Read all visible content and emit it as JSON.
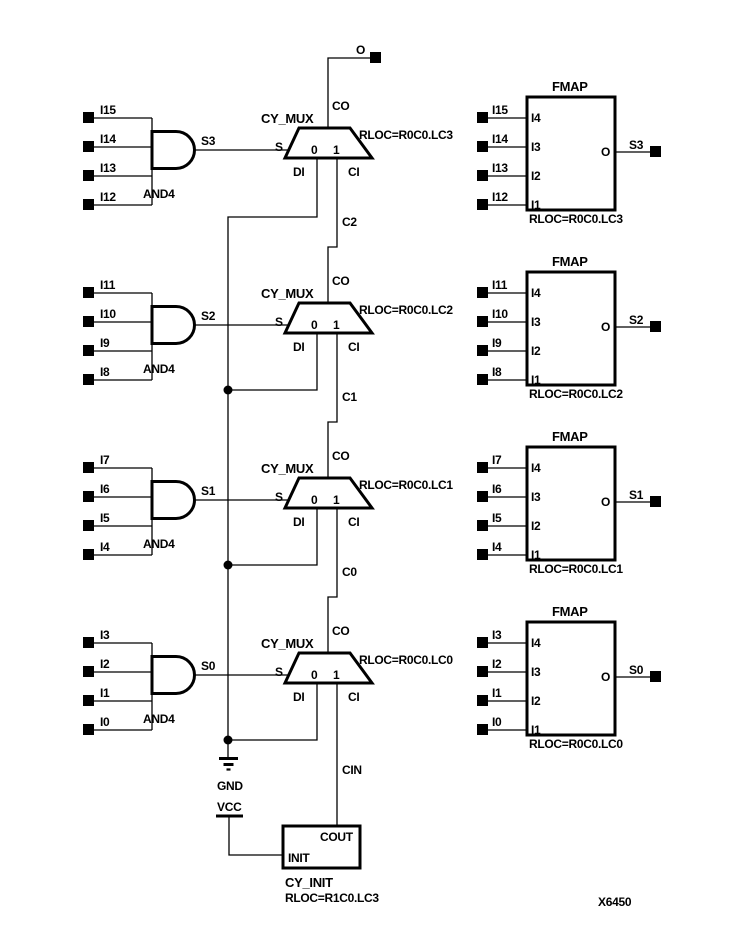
{
  "figure_id": "X6450",
  "colors": {
    "ink": "#000000",
    "paper": "#ffffff"
  },
  "output_net": {
    "label": "O"
  },
  "power": {
    "gnd": "GND",
    "vcc": "VCC"
  },
  "carry_nets": {
    "c2": "C2",
    "c1": "C1",
    "c0": "C0",
    "cin": "CIN"
  },
  "and_gate": {
    "name": "AND4"
  },
  "cy_mux": {
    "name": "CY_MUX",
    "pin_s": "S",
    "pin_0": "0",
    "pin_1": "1",
    "pin_di": "DI",
    "pin_ci": "CI",
    "pin_co": "CO"
  },
  "fmap": {
    "name": "FMAP",
    "pin_i4": "I4",
    "pin_i3": "I3",
    "pin_i2": "I2",
    "pin_i1": "I1",
    "pin_o": "O"
  },
  "cy_init": {
    "name": "CY_INIT",
    "rloc": "RLOC=R1C0.LC3",
    "pin_cout": "COUT",
    "pin_init": "INIT"
  },
  "rows": [
    {
      "inputs": [
        "I15",
        "I14",
        "I13",
        "I12"
      ],
      "sum": "S3",
      "mux_rloc": "RLOC=R0C0.LC3",
      "fmap_rloc": "RLOC=R0C0.LC3"
    },
    {
      "inputs": [
        "I11",
        "I10",
        "I9",
        "I8"
      ],
      "sum": "S2",
      "mux_rloc": "RLOC=R0C0.LC2",
      "fmap_rloc": "RLOC=R0C0.LC2"
    },
    {
      "inputs": [
        "I7",
        "I6",
        "I5",
        "I4"
      ],
      "sum": "S1",
      "mux_rloc": "RLOC=R0C0.LC1",
      "fmap_rloc": "RLOC=R0C0.LC1"
    },
    {
      "inputs": [
        "I3",
        "I2",
        "I1",
        "I0"
      ],
      "sum": "S0",
      "mux_rloc": "RLOC=R0C0.LC0",
      "fmap_rloc": "RLOC=R0C0.LC0"
    }
  ]
}
